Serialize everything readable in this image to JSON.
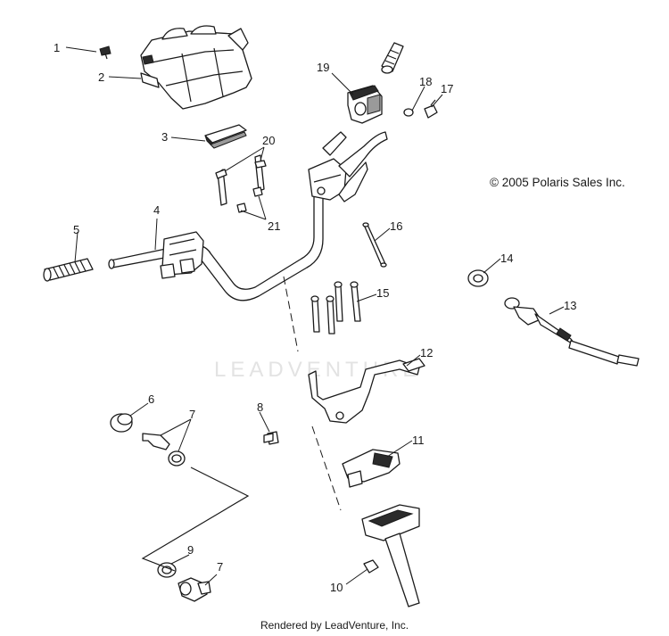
{
  "copyright": "© 2005 Polaris Sales Inc.",
  "footer": "Rendered by LeadVenture, Inc.",
  "watermark": "LEADVENTURE",
  "callouts": {
    "c1": "1",
    "c2": "2",
    "c3": "3",
    "c4": "4",
    "c5": "5",
    "c6": "6",
    "c7a": "7",
    "c7b": "7",
    "c8": "8",
    "c9": "9",
    "c10": "10",
    "c11": "11",
    "c12": "12",
    "c13": "13",
    "c14": "14",
    "c15": "15",
    "c16": "16",
    "c17": "17",
    "c18": "18",
    "c19": "19",
    "c20": "20",
    "c21": "21"
  }
}
